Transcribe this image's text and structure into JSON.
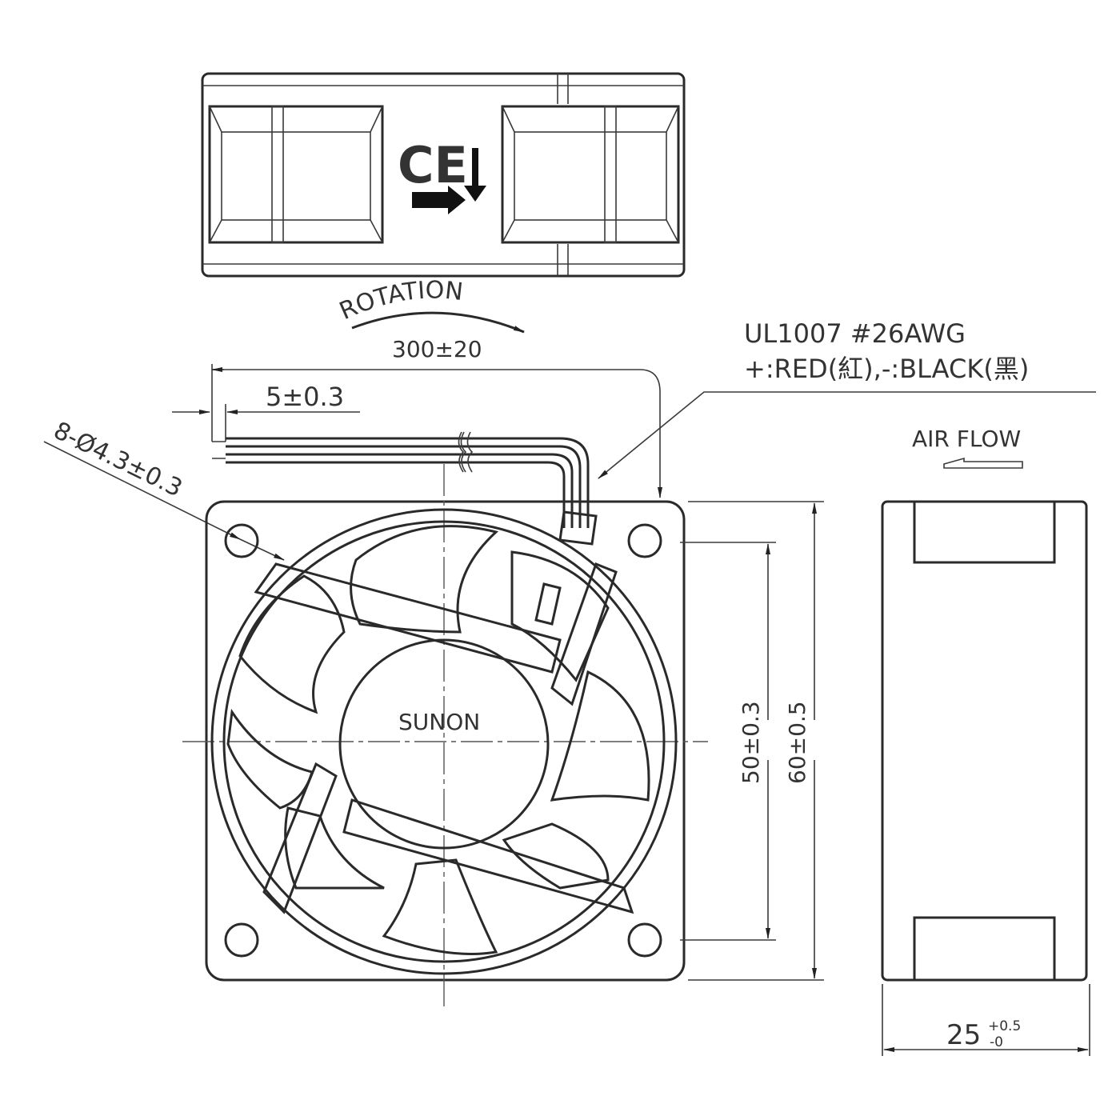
{
  "top_view": {
    "ce_mark": "CE",
    "rotation_label": "ROTATION",
    "airflow_symbol": "arrow-right-and-down-icon"
  },
  "dimensions": {
    "lead_length": "300±20",
    "strip_length": "5±0.3",
    "mounting_holes": "8-Ø4.3±0.3",
    "hole_spacing": "50±0.3",
    "frame_size": "60±0.5",
    "thickness_value": "25",
    "thickness_tol_upper": "+0.5",
    "thickness_tol_lower": "-0"
  },
  "wire_spec": {
    "line1": "UL1007  #26AWG",
    "line2": "+:RED(紅),-:BLACK(黑)"
  },
  "side_view": {
    "air_flow_label": "AIR FLOW"
  },
  "front_view": {
    "brand": "SUNON"
  }
}
